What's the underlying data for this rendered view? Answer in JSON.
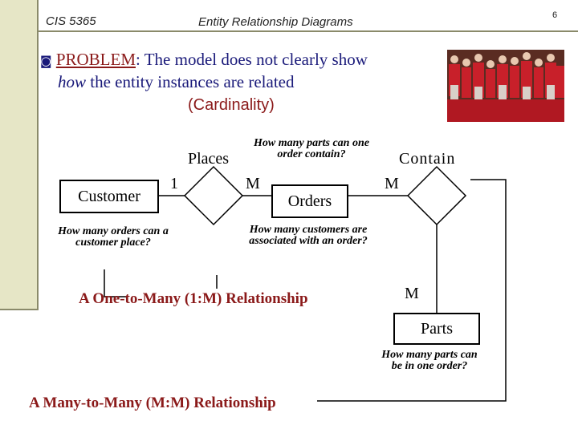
{
  "header": {
    "course": "CIS 5365",
    "title": "Entity Relationship Diagrams",
    "page_number": "6"
  },
  "problem": {
    "keyword": "PROBLEM",
    "text_line1": ": The model does not clearly show",
    "text_line2_italic": "how",
    "text_line2_rest": " the entity instances are related",
    "text_line3": "(Cardinality)"
  },
  "diagram": {
    "entities": {
      "customer": "Customer",
      "orders": "Orders",
      "parts": "Parts"
    },
    "relationships": {
      "places": "Places",
      "contain": "Contain"
    },
    "cardinalities": {
      "customer_places": "1",
      "places_orders": "M",
      "orders_contain": "M",
      "contain_parts": "M"
    },
    "questions": {
      "parts_per_order": "How many parts can one order contain?",
      "orders_per_customer": "How many orders can a customer place?",
      "customers_per_order": "How many customers are associated with an order?",
      "orders_per_part": "How many parts can be in one order?"
    },
    "relationship_types": {
      "one_to_many": "A One-to-Many (1:M) Relationship",
      "many_to_many": "A Many-to-Many (M:M) Relationship"
    }
  },
  "colors": {
    "accent_text": "#1a1a7a",
    "keyword": "#8b1a1a",
    "sidebar": "#e6e6c6",
    "rule": "#8a8a6a"
  }
}
